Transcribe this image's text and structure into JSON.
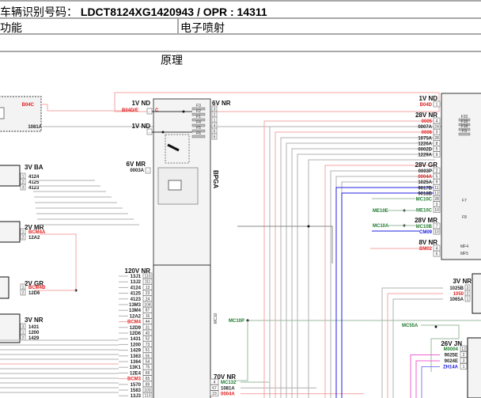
{
  "header": {
    "vin_label": "车辆识别号码：",
    "vin_value": "LDCT8124XG1420943 / OPR : 14311",
    "function_label": "功能",
    "function_value": "电子喷射",
    "section_title": "原理"
  },
  "diagram": {
    "colors": {
      "grey_wire": "#b0b0b0",
      "red_wire": "#f4a6a6",
      "blue_wire": "#2020e0",
      "pink_wire": "#f060d0",
      "green_text": "#1e7a2e",
      "red_text": "#e02020",
      "blue_text": "#1a1adc"
    },
    "top_left_box": {
      "signals": [
        "B04C",
        "1081A"
      ]
    },
    "sensor_3v_ba": {
      "connector": "3V BA",
      "pins": [
        "1",
        "2",
        "3"
      ],
      "wires": [
        "4124",
        "4125",
        "4123"
      ]
    },
    "sensor_2v_mr": {
      "connector": "2V MR",
      "pins": [
        "1",
        "2"
      ],
      "wires": [
        "BCM4A",
        "12A2"
      ]
    },
    "sensor_2v_gr": {
      "connector": "2V GR",
      "pins": [
        "1",
        "2"
      ],
      "wires": [
        "BCM4B",
        "12D6"
      ]
    },
    "sensor_3v_nr": {
      "connector": "3V NR",
      "pins": [
        "3",
        "1",
        "2"
      ],
      "wires": [
        "1431",
        "1200",
        "1429"
      ]
    },
    "bpga": {
      "name": "BPGA",
      "conn_1v_nd_a": {
        "connector": "1V ND",
        "wire": "B04D/E",
        "pin": "C"
      },
      "conn_1v_nd_b": {
        "connector": "1V ND",
        "pin": "1"
      },
      "conn_6v_nr": {
        "connector": "6V NR",
        "pins": [
          "3",
          "2",
          "1",
          "4",
          "5",
          "6"
        ],
        "fuses": [
          "F3",
          "F2",
          "F1",
          "F4",
          "F5",
          "F6"
        ]
      },
      "conn_6v_mr": {
        "connector": "6V MR",
        "wire": "0003A",
        "pin": "1"
      }
    },
    "ecu_120v_nr": {
      "connector": "120V NR",
      "rows": [
        {
          "wire": "13J1",
          "pin": "110"
        },
        {
          "wire": "13J2",
          "pin": "111"
        },
        {
          "wire": "4124",
          "pin": "13"
        },
        {
          "wire": "4125",
          "pin": "23"
        },
        {
          "wire": "4123",
          "pin": "24"
        },
        {
          "wire": "13M3",
          "pin": "104"
        },
        {
          "wire": "13M4",
          "pin": "87"
        },
        {
          "wire": "12A2",
          "pin": "16"
        },
        {
          "wire": "BCM4",
          "pin": "44"
        },
        {
          "wire": "12D9",
          "pin": "31"
        },
        {
          "wire": "12D6",
          "pin": "40"
        },
        {
          "wire": "1431",
          "pin": "52"
        },
        {
          "wire": "1200",
          "pin": "73"
        },
        {
          "wire": "1429",
          "pin": "51"
        },
        {
          "wire": "1363",
          "pin": "55"
        },
        {
          "wire": "1364",
          "pin": "54"
        },
        {
          "wire": "13K1",
          "pin": "76"
        },
        {
          "wire": "12E4",
          "pin": "69"
        },
        {
          "wire": "BCM3",
          "pin": "65"
        },
        {
          "wire": "1570",
          "pin": "89"
        },
        {
          "wire": "1583",
          "pin": "103"
        },
        {
          "wire": "13J3",
          "pin": "113"
        }
      ]
    },
    "mc10_node": {
      "connector_label": "MC10",
      "wire": "MC10P"
    },
    "ecu_70v_nr": {
      "connector": "70V NR",
      "rows": [
        {
          "wire": "MC132",
          "pin": "4"
        },
        {
          "wire": "1081A",
          "pin": "67"
        },
        {
          "wire": "0004A",
          "pin": "23"
        }
      ]
    },
    "right_box": {
      "conn_1v_nd": {
        "connector": "1V ND",
        "rows": [
          {
            "wire": "B04D",
            "pin": "1"
          }
        ]
      },
      "conn_28v_nr": {
        "connector": "28V NR",
        "rows": [
          {
            "wire": "0005",
            "pin": "4"
          },
          {
            "wire": "0007A",
            "pin": "24"
          },
          {
            "wire": "0006",
            "pin": "3"
          },
          {
            "wire": "1075A",
            "pin": "28"
          },
          {
            "wire": "1226A",
            "pin": "8"
          },
          {
            "wire": "0002D",
            "pin": "5"
          },
          {
            "wire": "1229A",
            "pin": "9"
          }
        ]
      },
      "conn_28v_gr": {
        "connector": "28V GR",
        "rows": [
          {
            "wire": "0003P",
            "pin": "2"
          },
          {
            "wire": "0004A",
            "pin": "5"
          },
          {
            "wire": "1025A",
            "pin": "9"
          },
          {
            "wire": "9017B",
            "pin": "11"
          },
          {
            "wire": "9018B",
            "pin": "12"
          },
          {
            "wire": "MC10C",
            "pin": "28"
          },
          {
            "wire": "",
            "pin": "3"
          },
          {
            "wire": "ME10C",
            "pin": "10"
          }
        ]
      },
      "conn_28v_mr": {
        "connector": "28V MR",
        "rows": [
          {
            "wire": "MC10B",
            "pin": "7"
          },
          {
            "wire": "CM09",
            "pin": "10"
          }
        ]
      },
      "conn_8v_nr": {
        "connector": "8V NR",
        "rows": [
          {
            "wire": "BM02",
            "pin": "4"
          },
          {
            "wire": "",
            "pin": "5"
          }
        ]
      },
      "fuses": [
        "F20",
        "F19",
        "F18",
        "F3",
        "F7",
        "F8",
        "MF4",
        "MF5"
      ],
      "side_nodes": [
        {
          "label": "ME10E"
        },
        {
          "label": "MC10A"
        }
      ]
    },
    "conn_3v_nr_right": {
      "connector": "3V NR",
      "rows": [
        {
          "wire": "1025B",
          "pin": "3"
        },
        {
          "wire": "1050",
          "pin": "2"
        },
        {
          "wire": "1065A",
          "pin": "1"
        }
      ]
    },
    "mc55_node": {
      "wire": "MC55A"
    },
    "conn_26v_jn": {
      "connector": "26V JN",
      "rows": [
        {
          "wire": "M0004",
          "pin": "12"
        },
        {
          "wire": "9025E",
          "pin": "2"
        },
        {
          "wire": "9024E",
          "pin": "3"
        },
        {
          "wire": "ZH14A",
          "pin": "1"
        }
      ]
    }
  }
}
